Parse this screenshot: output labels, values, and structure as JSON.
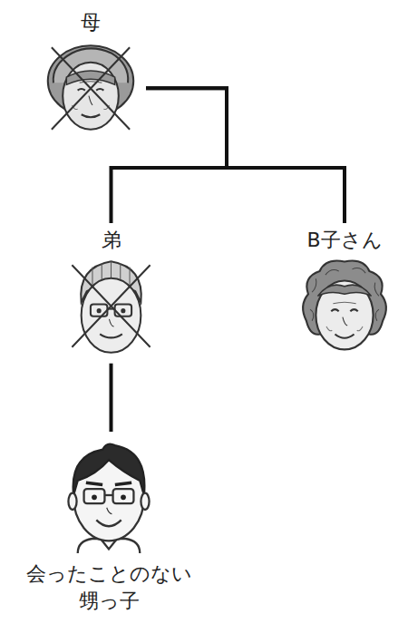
{
  "diagram": {
    "nodes": [
      {
        "text": [
          "母"
        ]
      },
      {
        "text": [
          "弟"
        ]
      },
      {
        "text": [
          "B子さん"
        ]
      },
      {
        "text": [
          "会ったことのない 甥っ子"
        ]
      }
    ],
    "edges": [
      {
        "from": 0,
        "to": 1,
        "arrow": "none"
      },
      {
        "from": 0,
        "to": 2,
        "arrow": "none"
      },
      {
        "from": 1,
        "to": 3,
        "arrow": "none"
      }
    ]
  }
}
